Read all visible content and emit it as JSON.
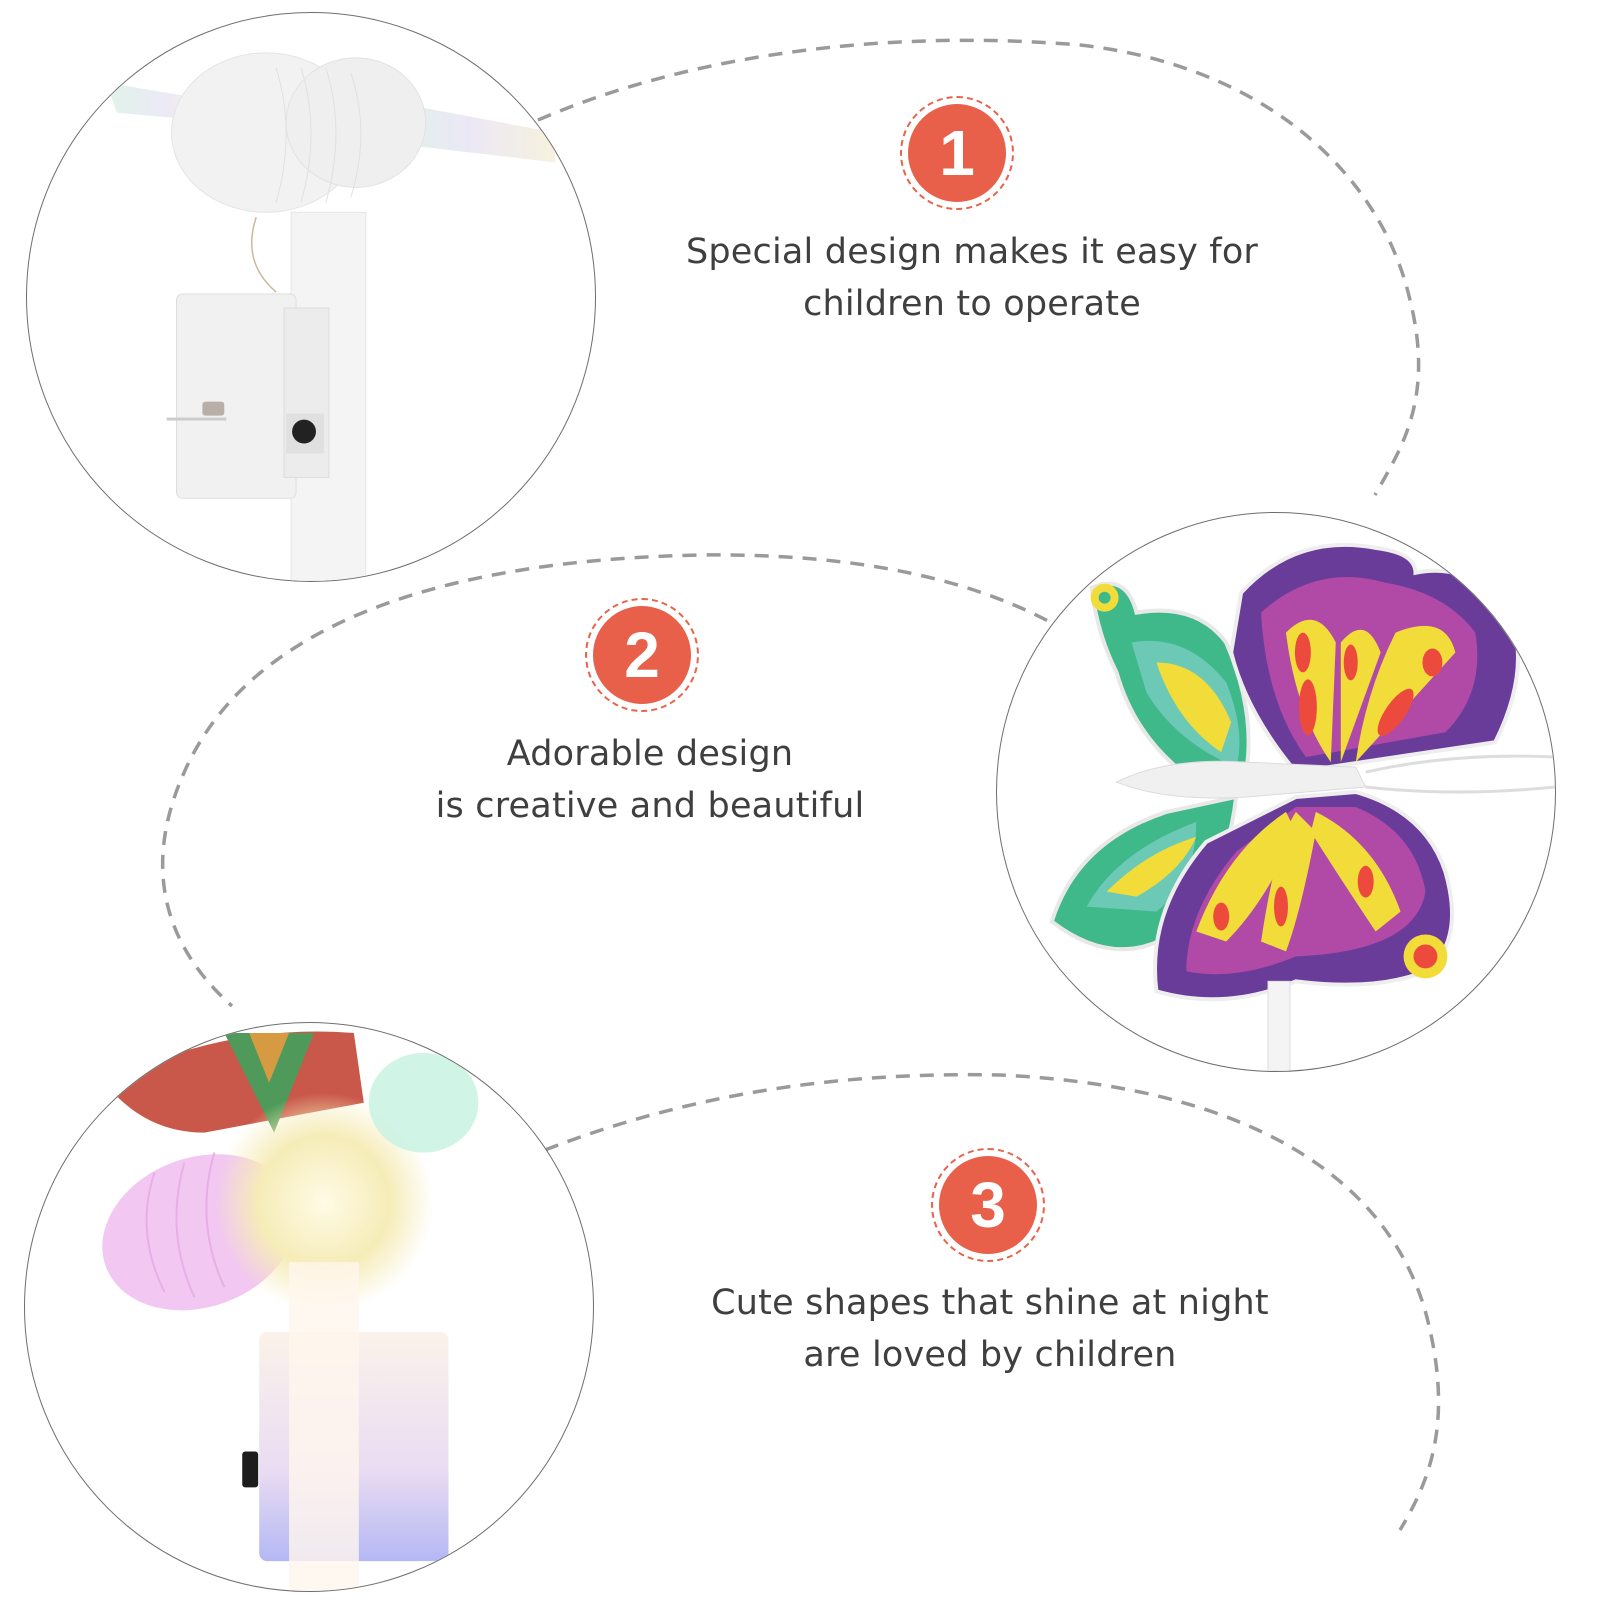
{
  "features": [
    {
      "number": "1",
      "lines": [
        "Special design makes it easy for",
        "children to operate"
      ],
      "photo": "closeup-battery-box-with-push-button"
    },
    {
      "number": "2",
      "lines": [
        "Adorable design",
        "is creative and beautiful"
      ],
      "photo": "colorful-butterfly-wings"
    },
    {
      "number": "3",
      "lines": [
        "Cute shapes that shine at night",
        "are loved by children"
      ],
      "photo": "glowing-light-up-butterfly-body"
    }
  ],
  "colors": {
    "badge": "#e8604a",
    "text": "#3f3f3f",
    "dashed_arc": "#9a9a9a",
    "photo_border": "#6e6e6e"
  }
}
